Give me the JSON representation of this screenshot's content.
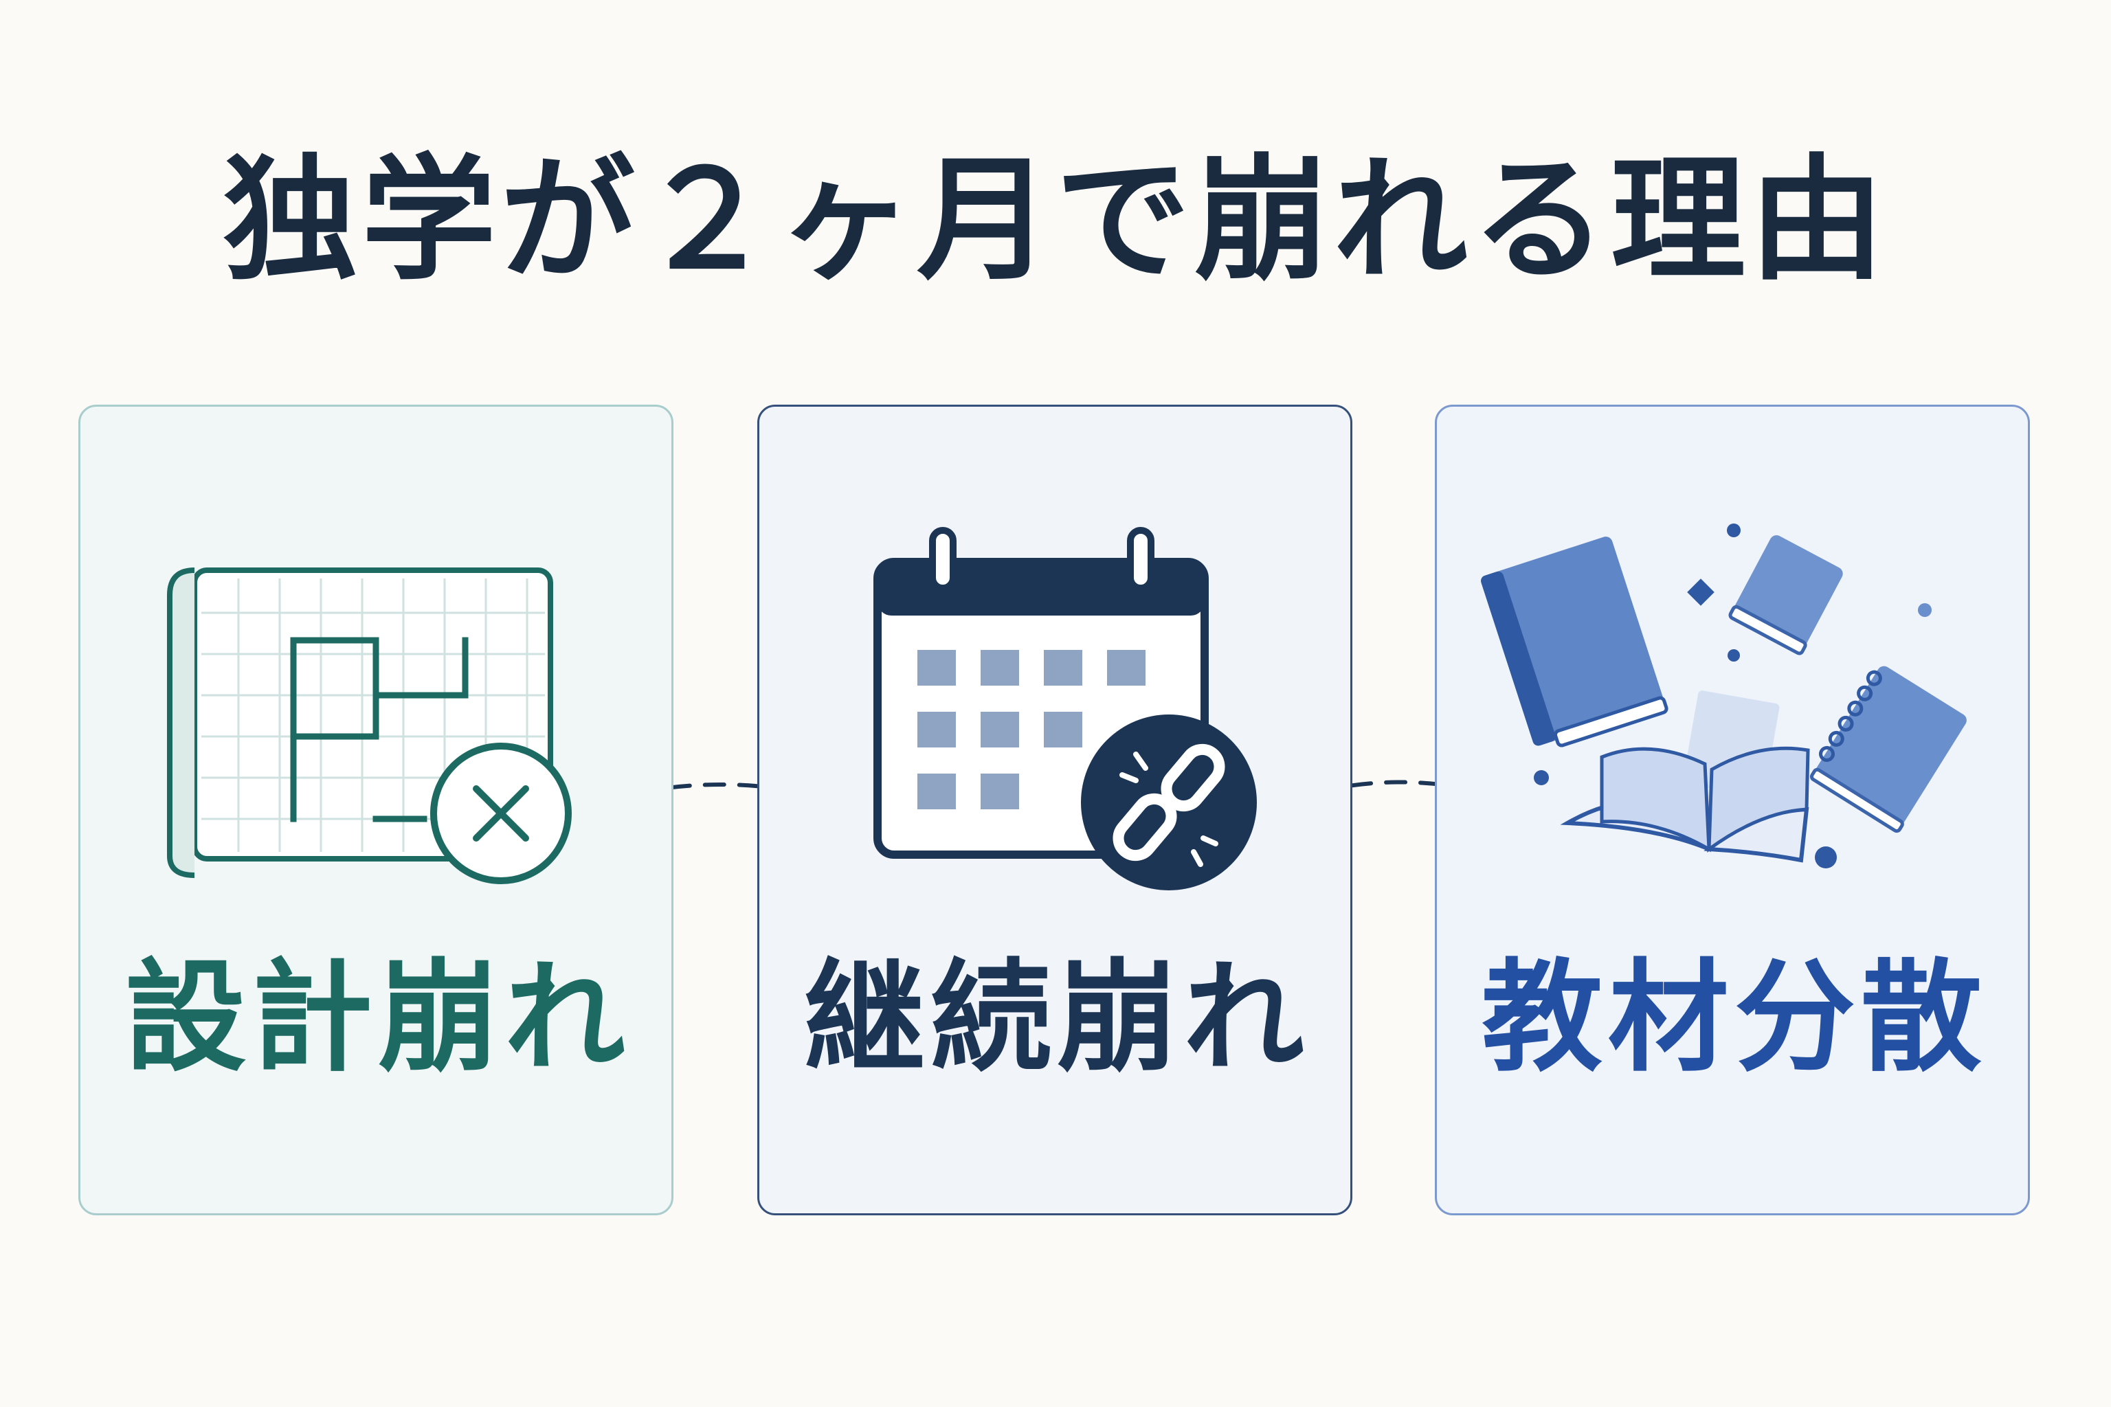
{
  "title": "独学が２ヶ月で崩れる理由",
  "panels": [
    {
      "label": "設計崩れ",
      "icon": "blueprint-cross-icon",
      "accent": "#1c6a62"
    },
    {
      "label": "継続崩れ",
      "icon": "calendar-broken-chain-icon",
      "accent": "#1d3554"
    },
    {
      "label": "教材分散",
      "icon": "scattered-books-icon",
      "accent": "#2350a3"
    }
  ],
  "colors": {
    "background": "#fbfaf6",
    "title": "#1a2a3f",
    "connector": "#1d3554"
  }
}
